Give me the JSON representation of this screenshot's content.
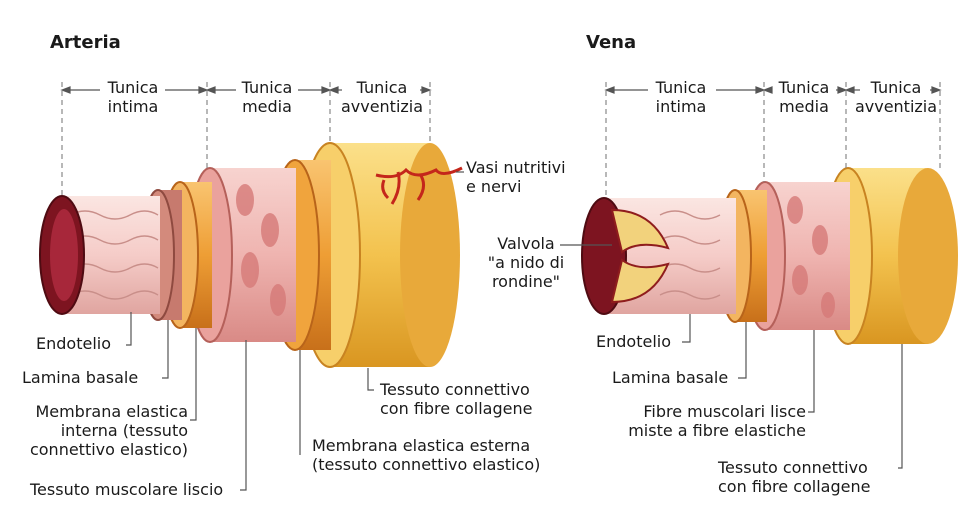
{
  "artery": {
    "title": "Arteria",
    "layers": {
      "intima": [
        "Tunica",
        "intima"
      ],
      "media": [
        "Tunica",
        "media"
      ],
      "adventitia": [
        "Tunica",
        "avventizia"
      ]
    },
    "labels": {
      "vessels_nerves": [
        "Vasi nutritivi",
        "e nervi"
      ],
      "endothelium": "Endotelio",
      "basal_lamina": "Lamina basale",
      "internal_elastic": [
        "Membrana elastica",
        "interna (tessuto",
        "connettivo elastico)"
      ],
      "smooth_muscle": "Tessuto muscolare liscio",
      "connective_tissue": [
        "Tessuto connettivo",
        "con fibre collagene"
      ],
      "external_elastic": [
        "Membrana elastica esterna",
        "(tessuto connettivo elastico)"
      ]
    }
  },
  "vein": {
    "title": "Vena",
    "layers": {
      "intima": [
        "Tunica",
        "intima"
      ],
      "media": [
        "Tunica",
        "media"
      ],
      "adventitia": [
        "Tunica",
        "avventizia"
      ]
    },
    "labels": {
      "valve": [
        "Valvola",
        "\"a nido di",
        "rondine\""
      ],
      "endothelium": "Endotelio",
      "basal_lamina": "Lamina basale",
      "muscle_fibers": [
        "Fibre muscolari lisce",
        "miste a fibre elastiche"
      ],
      "connective_tissue": [
        "Tessuto connettivo",
        "con fibre collagene"
      ]
    }
  },
  "colors": {
    "inner_red": "#8e1a24",
    "intima_pink": "#f4c9c6",
    "media_pink": "#e9a3a3",
    "adventitia_yellow": "#f3c24e",
    "adventitia_dark": "#d08a1b",
    "elastic_orange": "#e9962f"
  }
}
